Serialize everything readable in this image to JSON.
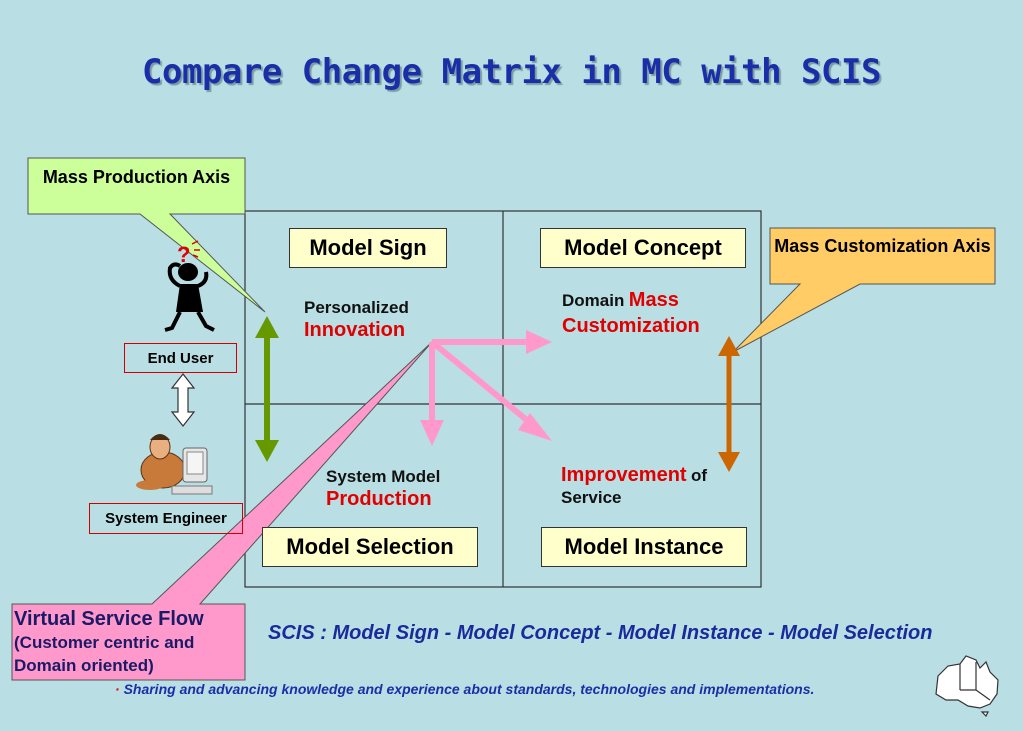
{
  "title": "Compare Change Matrix in MC with SCIS",
  "callouts": {
    "mass_production": "Mass Production Axis",
    "mass_customization": "Mass Customization Axis",
    "virtual_service_flow_title": "Virtual Service Flow",
    "virtual_service_flow_detail": "(Customer centric and Domain oriented)"
  },
  "roles": {
    "end_user": "End User",
    "system_engineer": "System Engineer",
    "question_mark": "?"
  },
  "quadrants": {
    "top_left": {
      "box": "Model Sign",
      "line1": "Personalized",
      "emphasis": "Innovation"
    },
    "top_right": {
      "box": "Model Concept",
      "prefix": "Domain",
      "emphasis": "Mass Customization"
    },
    "bottom_left": {
      "box": "Model Selection",
      "line1": "System Model",
      "emphasis": "Production"
    },
    "bottom_right": {
      "box": "Model Instance",
      "emphasis": "Improvement",
      "suffix1": "of",
      "suffix2": "Service"
    }
  },
  "scis_caption": "SCIS : Model Sign - Model Concept - Model Instance - Model Selection",
  "footer": "Sharing and advancing knowledge and experience about standards, technologies and implementations.",
  "footer_bullet": "·",
  "colors": {
    "background": "#b9dfe4",
    "title": "#1a2ea8",
    "mass_production_callout": "#ccff99",
    "mass_customization_callout": "#ffcc66",
    "virtual_service_callout": "#ff99cc",
    "pink_arrow": "#ff99cc",
    "green_arrow": "#669900",
    "orange_arrow": "#cc6600",
    "emphasis_red": "#e00000"
  },
  "icons": {
    "confused_user": "confused-person-icon",
    "engineer": "engineer-at-computer-icon",
    "swap": "double-arrow-icon",
    "map": "australia-map-icon"
  }
}
